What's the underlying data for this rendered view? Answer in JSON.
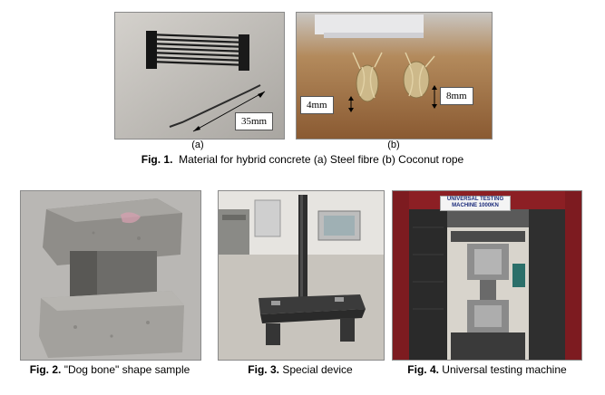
{
  "figure1": {
    "a": {
      "callout": "35mm",
      "sublabel": "(a)"
    },
    "b": {
      "callout_left": "4mm",
      "callout_right": "8mm",
      "sublabel": "(b)"
    },
    "caption_bold": "Fig. 1.",
    "caption_text": "Material for hybrid concrete (a) Steel fibre (b) Coconut rope"
  },
  "figure2": {
    "caption_bold": "Fig. 2.",
    "caption_text": "\"Dog bone\" shape sample"
  },
  "figure3": {
    "caption_bold": "Fig. 3.",
    "caption_text": "Special device"
  },
  "figure4": {
    "caption_bold": "Fig. 4.",
    "caption_text": "Universal testing machine",
    "sign_line1": "UNIVERSAL TESTING",
    "sign_line2": "MACHINE 1000KN"
  }
}
